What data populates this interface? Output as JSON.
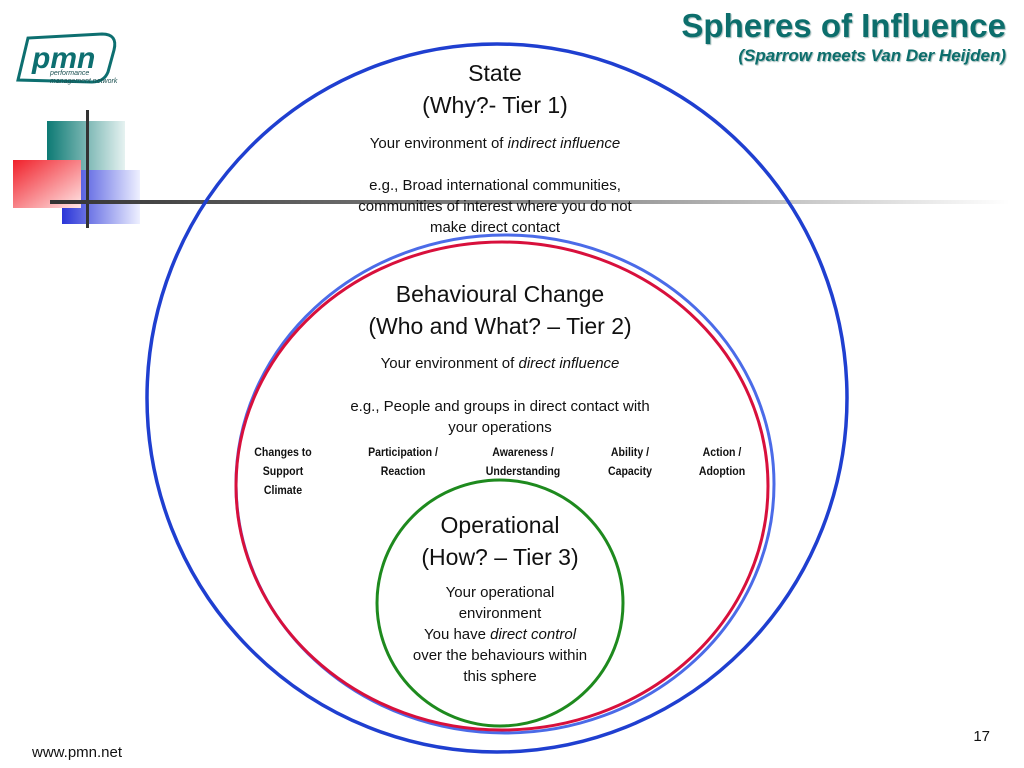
{
  "header": {
    "title": "Spheres of Influence",
    "subtitle": "(Sparrow meets Van Der Heijden)"
  },
  "logo": {
    "mark": "pmn",
    "line1": "performance",
    "line2": "management network"
  },
  "state_sphere": {
    "heading_1": "State",
    "heading_2": "(Why?- Tier 1)",
    "env_prefix": "Your environment of ",
    "env_emphasis": "indirect influence",
    "example_1": "e.g., Broad international communities,",
    "example_2": "communities of interest where you do not",
    "example_3": "make direct contact"
  },
  "behavioural_sphere": {
    "heading_1": "Behavioural Change",
    "heading_2": "(Who and What? – Tier 2)",
    "env_prefix": "Your environment of ",
    "env_emphasis": "direct influence",
    "example_1": "e.g., People and groups in direct contact with",
    "example_2": "your operations",
    "categories": [
      {
        "line1": "Changes to",
        "line2": "Support",
        "line3": "Climate"
      },
      {
        "line1": "Participation /",
        "line2": "Reaction"
      },
      {
        "line1": "Awareness /",
        "line2": "Understanding"
      },
      {
        "line1": "Ability /",
        "line2": "Capacity"
      },
      {
        "line1": "Action /",
        "line2": "Adoption"
      }
    ]
  },
  "operational_sphere": {
    "heading_1": "Operational",
    "heading_2": "(How? – Tier 3)",
    "line_1": "Your operational",
    "line_2": "environment",
    "line_3_prefix": "You have ",
    "line_3_emphasis": "direct control",
    "line_4": "over the behaviours within",
    "line_5": "this sphere"
  },
  "footer": {
    "url": "www.pmn.net",
    "page_number": "17"
  },
  "colors": {
    "title": "#0c6e6c",
    "outer_circle": "#1f3fd0",
    "middle_circle_blue": "#4b6be8",
    "middle_circle_red": "#d8103c",
    "inner_circle": "#1e8a1e",
    "deco_teal": "#0d7a74",
    "deco_blue": "#2a35d8",
    "deco_red": "#f0202a"
  }
}
